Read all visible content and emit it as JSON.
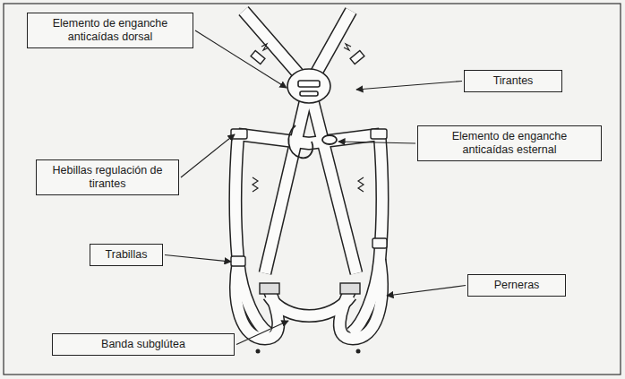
{
  "diagram": {
    "nodes": [
      {
        "text": [
          "Elemento de enganche anticaídas dorsal"
        ]
      },
      {
        "text": [
          "Tirantes"
        ]
      },
      {
        "text": [
          "Elemento de enganche anticaídas esternal"
        ]
      },
      {
        "text": [
          "Hebillas regulación de tirantes"
        ]
      },
      {
        "text": [
          "Trabillas"
        ]
      },
      {
        "text": [
          "Perneras"
        ]
      },
      {
        "text": [
          "Banda subglútea"
        ]
      }
    ]
  }
}
